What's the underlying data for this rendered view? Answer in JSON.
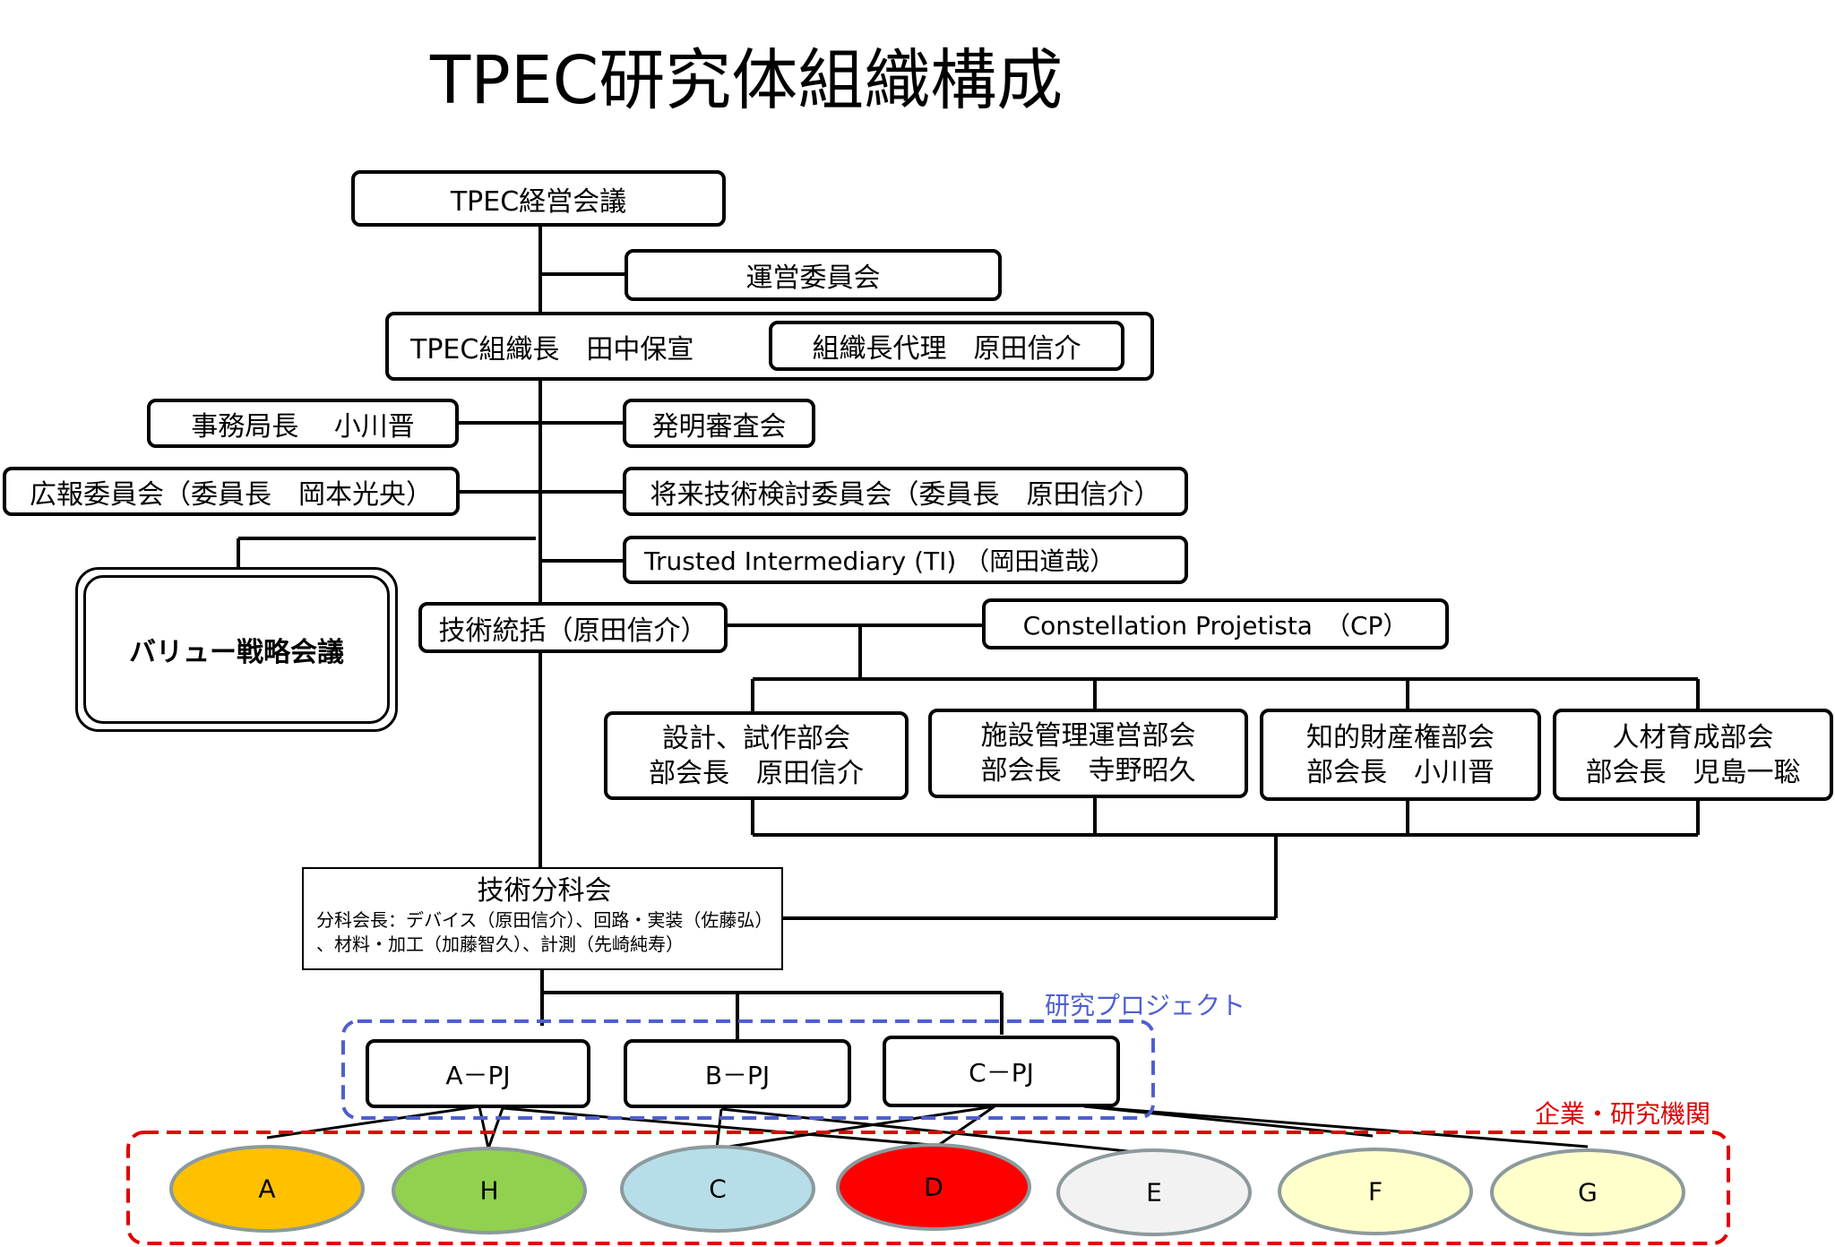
{
  "title": "TPEC研究体組織構成",
  "boxes": {
    "keiei": "TPEC経営会議",
    "unei": "運営委員会",
    "soshikicho": "TPEC組織長　田中保宣",
    "dairi": "組織長代理　原田信介",
    "jimu": "事務局長　 小川晋",
    "hatsumei": "発明審査会",
    "koho": "広報委員会（委員長　岡本光央）",
    "shorai": "将来技術検討委員会（委員長　原田信介）",
    "ti": "Trusted Intermediary (TI) （岡田道哉）",
    "value": "バリュー戦略会議",
    "gijutsu_tokatsu": "技術統括（原田信介）",
    "cp": "Constellation Projetista　（CP）"
  },
  "bukai": [
    {
      "line1": "設計、試作部会",
      "line2": "部会長　原田信介"
    },
    {
      "line1": "施設管理運営部会",
      "line2": "部会長　寺野昭久"
    },
    {
      "line1": "知的財産権部会",
      "line2": "部会長　小川晋"
    },
    {
      "line1": "人材育成部会",
      "line2": "部会長　児島一聡"
    }
  ],
  "bunkakai": {
    "title": "技術分科会",
    "line1": "分科会長：デバイス（原田信介）、回路・実装（佐藤弘）",
    "line2": "、材料・加工（加藤智久）、計測（先崎純寿）"
  },
  "projects_label": "研究プロジェクト",
  "projects": [
    "A－PJ",
    "B－PJ",
    "C－PJ"
  ],
  "orgs_label": "企業・研究機関",
  "orgs": [
    {
      "label": "A",
      "fill": "#FFC000"
    },
    {
      "label": "H",
      "fill": "#92D050"
    },
    {
      "label": "C",
      "fill": "#B7DEE8"
    },
    {
      "label": "D",
      "fill": "#FF0000"
    },
    {
      "label": "E",
      "fill": "#F2F2F2"
    },
    {
      "label": "F",
      "fill": "#FFFFCC"
    },
    {
      "label": "G",
      "fill": "#FFFFCC"
    }
  ],
  "colors": {
    "project_group": "#4F5FCF",
    "org_group": "#E00000",
    "ellipse_border": "#8C9A9C"
  }
}
